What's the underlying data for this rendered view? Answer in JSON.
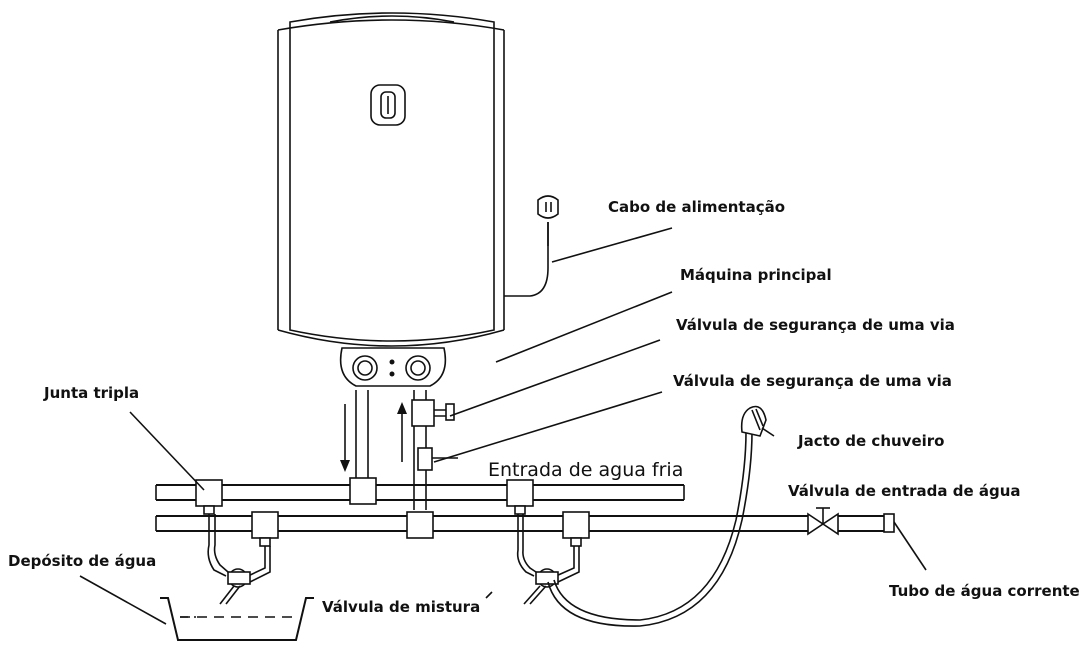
{
  "labels": {
    "power_cable": "Cabo de alimentação",
    "main_unit": "Máquina principal",
    "safety_valve_1": "Válvula de segurança de uma via",
    "safety_valve_2": "Válvula de segurança de uma via",
    "triple_joint": "Junta tripla",
    "shower_spray": "Jacto de chuveiro",
    "cold_water_inlet": "Entrada de agua fria",
    "water_inlet_valve": "Válvula de entrada de água",
    "water_tank": "Depósito de água",
    "mixing_valve": "Válvula de mistura",
    "running_water_pipe": "Tubo de água corrente"
  }
}
